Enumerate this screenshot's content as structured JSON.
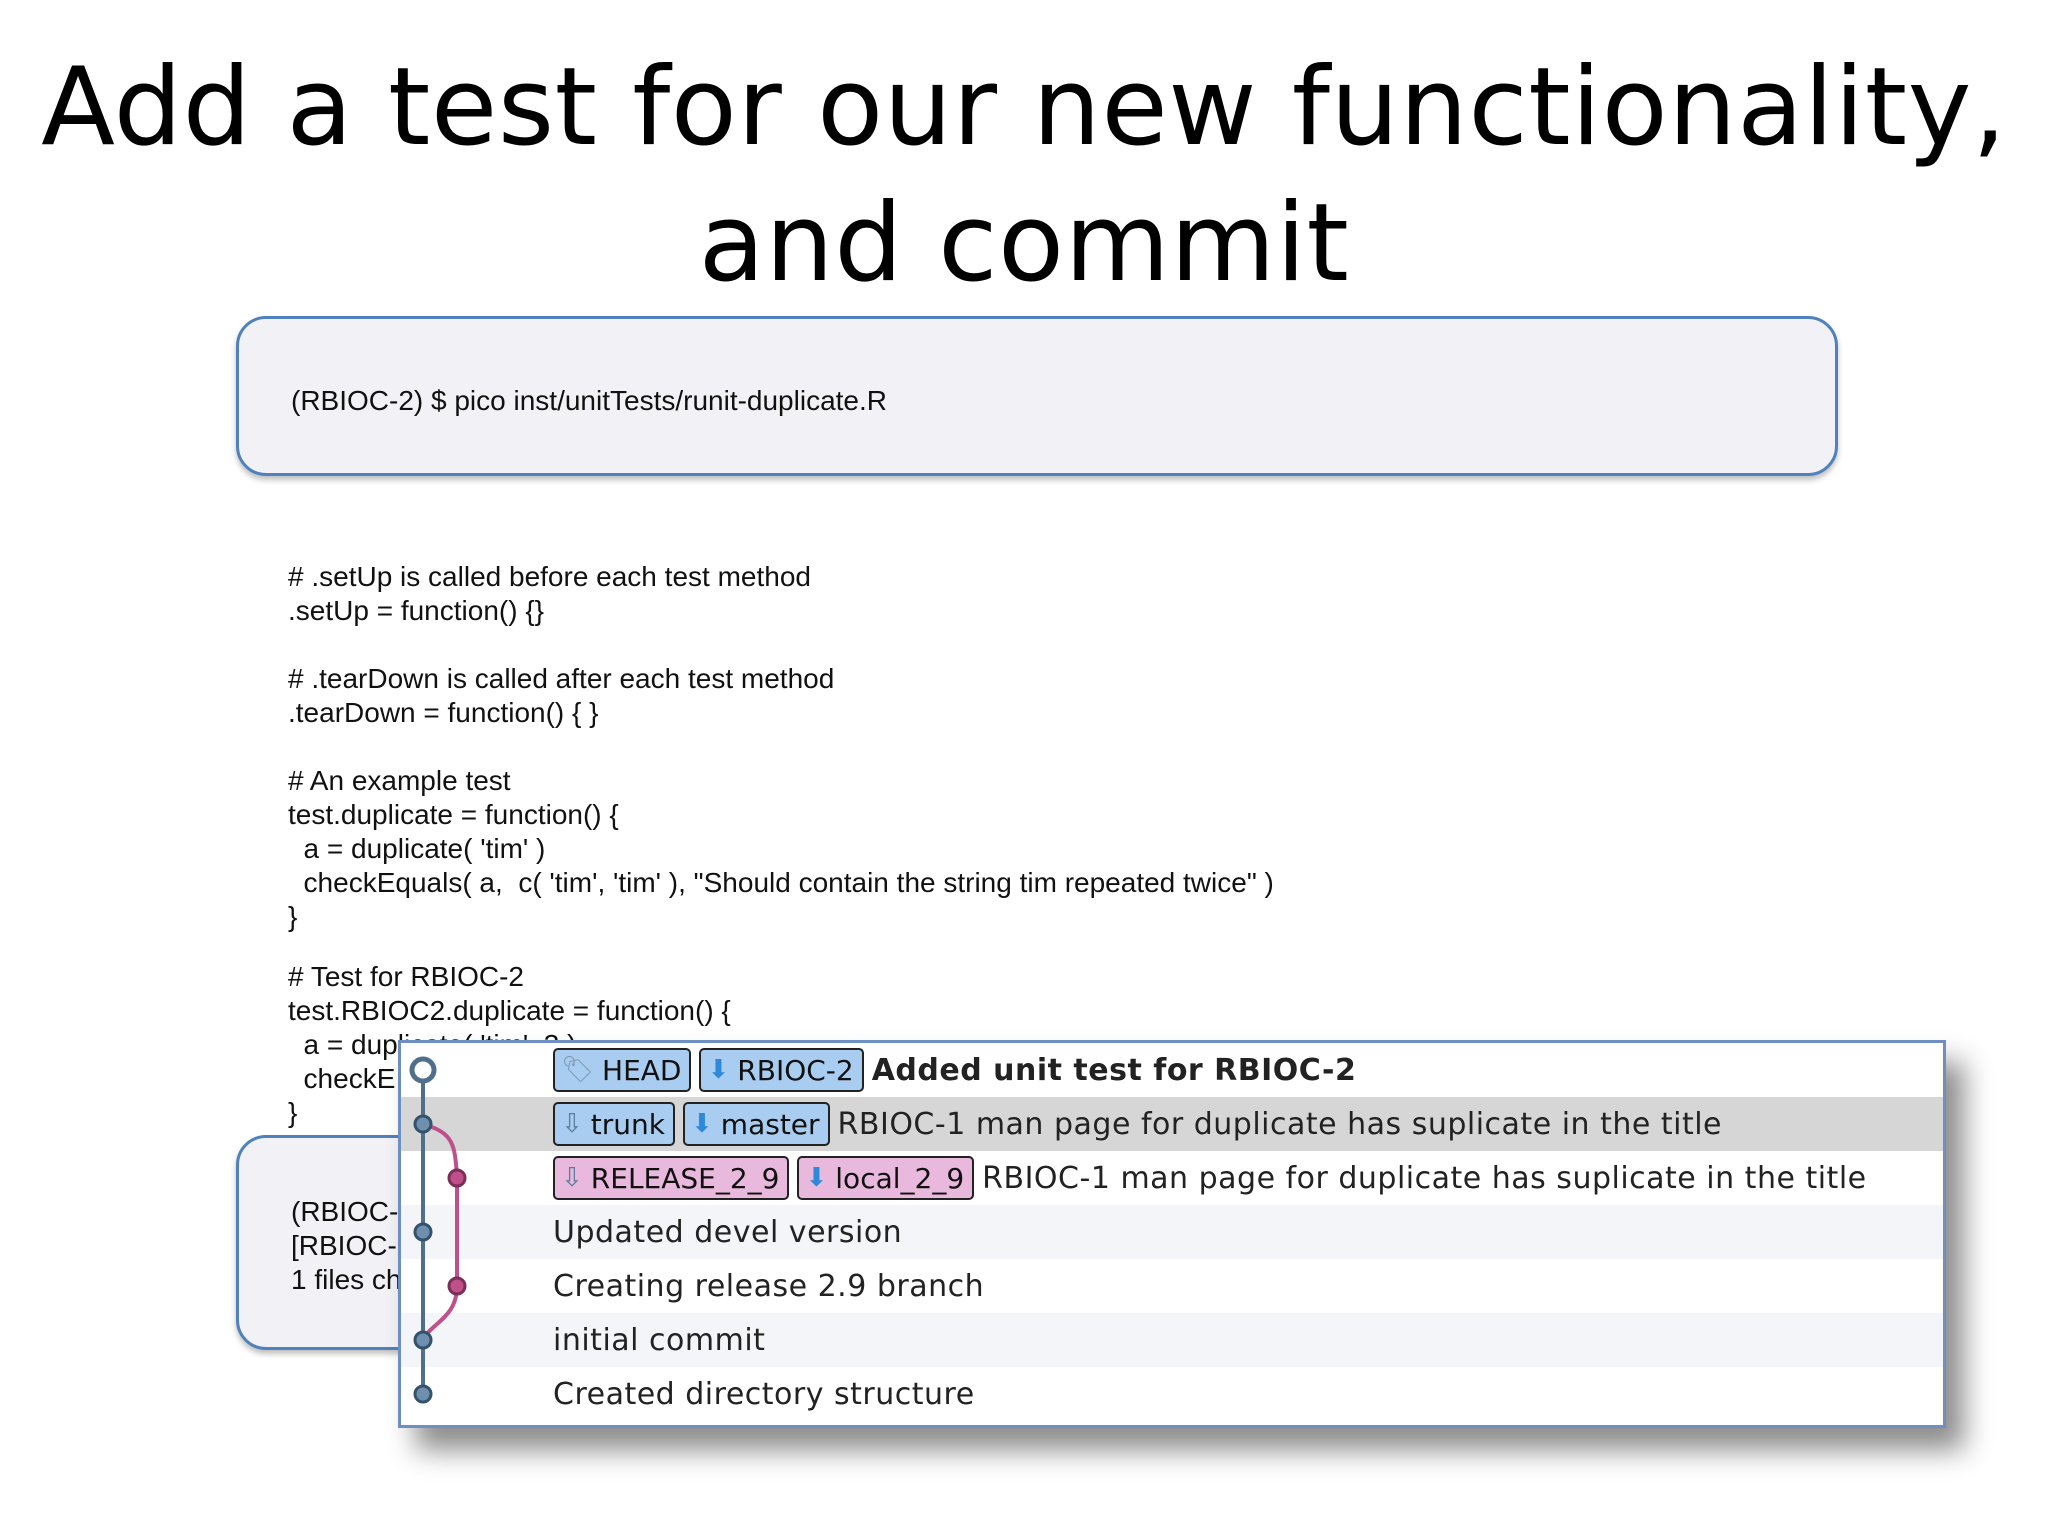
{
  "title": {
    "line1": "Add a test for our new functionality,",
    "line2": "and commit"
  },
  "top_command": "(RBIOC-2) $ pico inst/unitTests/runit-duplicate.R",
  "code_lines": {
    "c1": "# .setUp is called before each test method",
    "c2": ".setUp = function() {}",
    "c3": "# .tearDown is called after each test method",
    "c4": ".tearDown = function() { }",
    "c5": "# An example test",
    "c6": "test.duplicate = function() {",
    "c7": "  a = duplicate( 'tim' )",
    "c8": "  checkEquals( a,  c( 'tim', 'tim' ), \"Should contain the string tim repeated twice\" )",
    "c9": "}",
    "c10": "# Test for RBIOC-2",
    "c11": "test.RBIOC2.duplicate = function() {",
    "c12": "  a = duplicate( 'tim', 3 )",
    "c13": "  checkE",
    "c14": "}"
  },
  "bottom_command": {
    "line1": "(RBIOC-",
    "line2": "[RBIOC-",
    "line3": " 1 files ch"
  },
  "git_log": {
    "rows": [
      {
        "refs": [
          {
            "label": "HEAD",
            "style": "blue",
            "icon": "tag-icon"
          },
          {
            "label": "RBIOC-2",
            "style": "blue",
            "icon": "local-branch-icon"
          }
        ],
        "message": "Added unit test for RBIOC-2"
      },
      {
        "refs": [
          {
            "label": "trunk",
            "style": "blue",
            "icon": "remote-branch-icon"
          },
          {
            "label": "master",
            "style": "blue",
            "icon": "local-branch-icon"
          }
        ],
        "message": "RBIOC-1 man page for duplicate has suplicate in the title"
      },
      {
        "refs": [
          {
            "label": "RELEASE_2_9",
            "style": "pink",
            "icon": "remote-branch-icon"
          },
          {
            "label": "local_2_9",
            "style": "pink",
            "icon": "local-branch-icon"
          }
        ],
        "message": "RBIOC-1 man page for duplicate has suplicate in the title"
      },
      {
        "message": "Updated devel version"
      },
      {
        "message": "Creating release 2.9 branch"
      },
      {
        "message": "initial commit"
      },
      {
        "message": "Created directory structure"
      }
    ],
    "colors": {
      "main_line": "#4f6f8a",
      "branch_line": "#c0508a",
      "selected_row": "#d6d6d6",
      "tag_blue": "#a9cdf0",
      "tag_pink": "#e9b9dd"
    }
  }
}
